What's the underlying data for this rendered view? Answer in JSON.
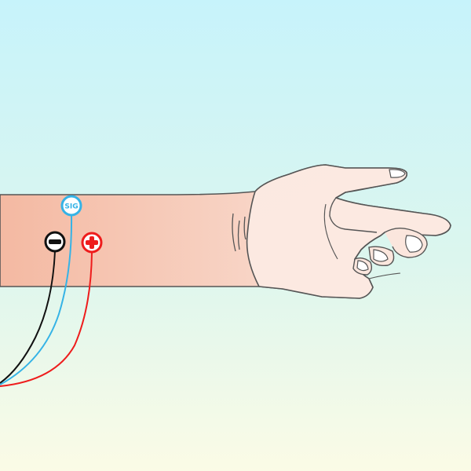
{
  "electrodes": [
    {
      "id": "signal",
      "label": "SIG",
      "color": "#35b3e6"
    },
    {
      "id": "negative",
      "label": "−",
      "color": "#111111"
    },
    {
      "id": "positive",
      "label": "+",
      "color": "#ee1c1c"
    }
  ],
  "skin": {
    "light": "#fbe6dd",
    "dark": "#f2b59e",
    "outline": "#555555"
  }
}
